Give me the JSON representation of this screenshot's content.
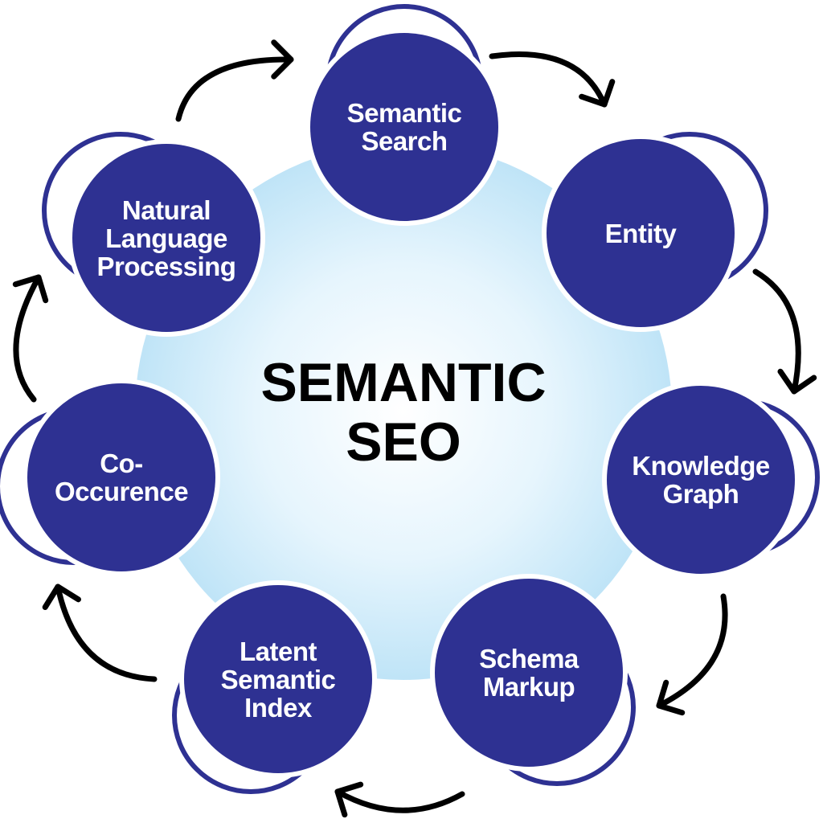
{
  "center": {
    "title": "SEMANTIC\nSEO"
  },
  "nodes": [
    {
      "id": "semantic-search",
      "label": "Semantic\nSearch"
    },
    {
      "id": "entity",
      "label": "Entity"
    },
    {
      "id": "knowledge-graph",
      "label": "Knowledge\nGraph"
    },
    {
      "id": "schema-markup",
      "label": "Schema\nMarkup"
    },
    {
      "id": "latent-semantic-index",
      "label": "Latent\nSemantic\nIndex"
    },
    {
      "id": "co-occurence",
      "label": "Co-\nOccurence"
    },
    {
      "id": "natural-language-processing",
      "label": "Natural\nLanguage\nProcessing"
    }
  ],
  "colors": {
    "node_fill": "#2e3192",
    "node_ring": "#2e3192",
    "center_glow": "#bfe4f7",
    "arrow": "#000000",
    "node_text": "#ffffff",
    "center_text": "#000000"
  },
  "flow": "clockwise"
}
